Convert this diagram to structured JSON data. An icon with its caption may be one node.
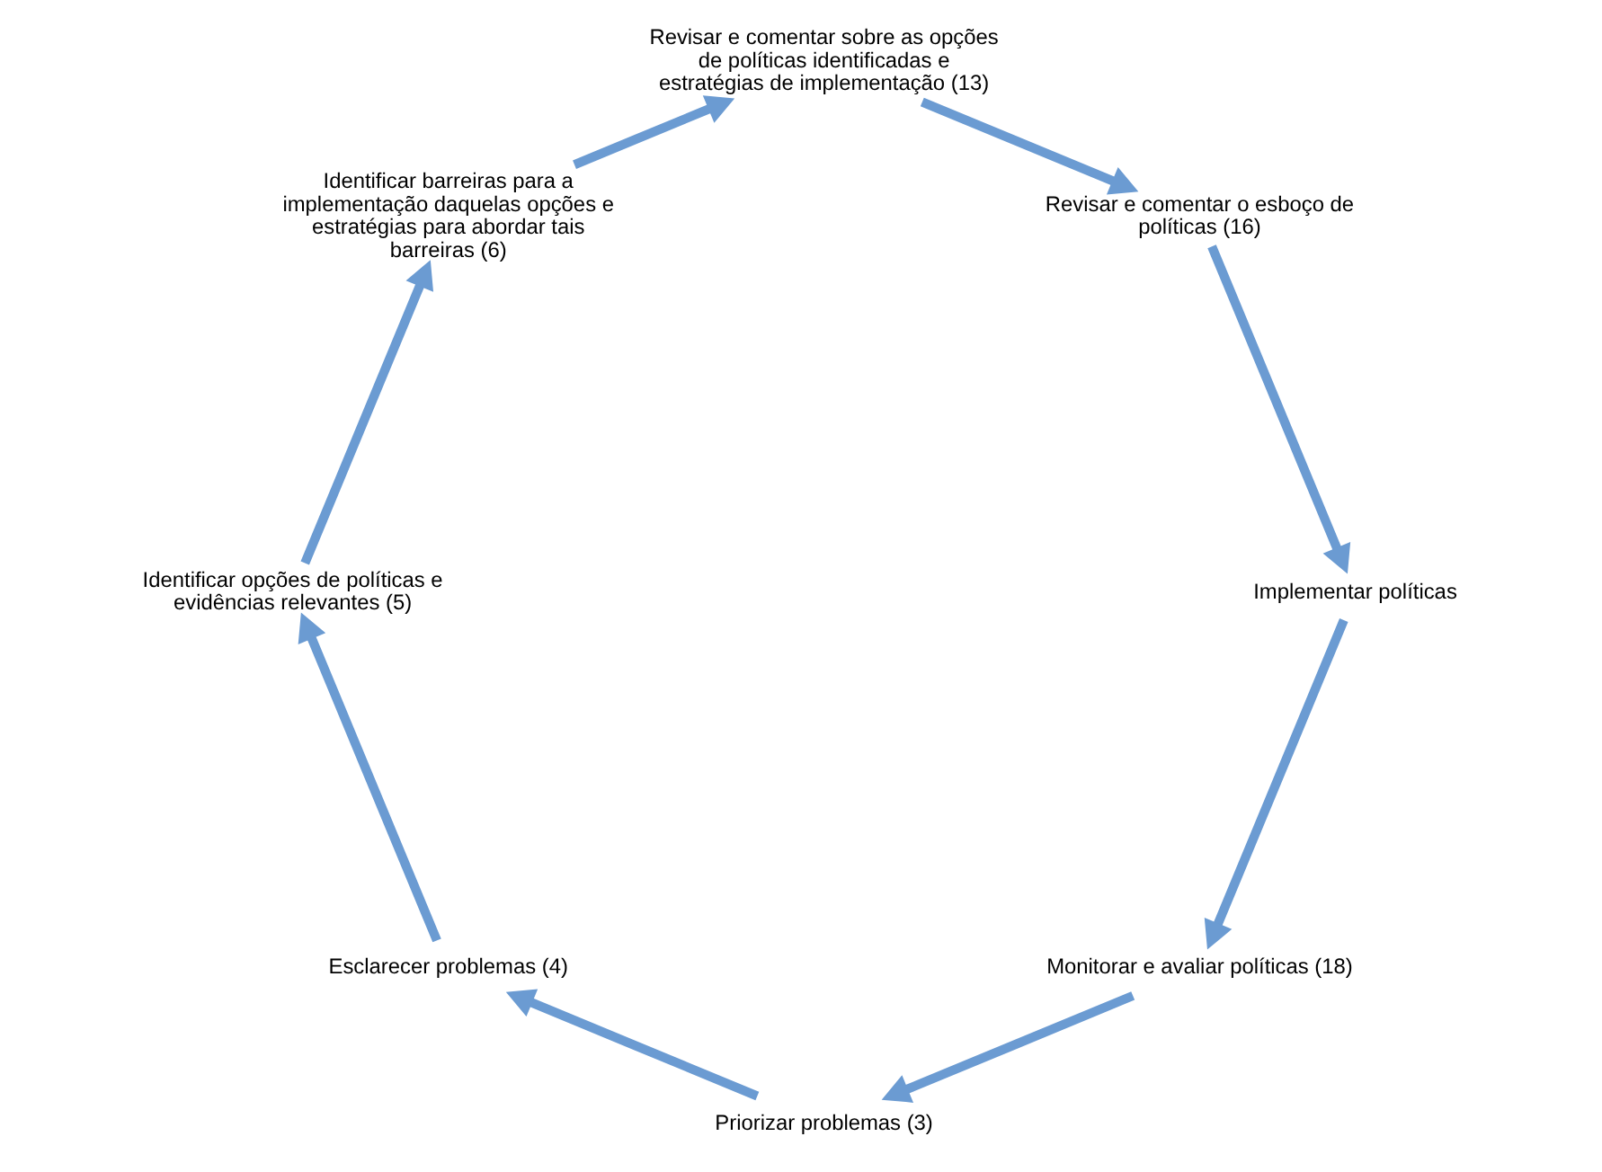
{
  "diagram": {
    "nodes": [
      {
        "text": [
          "Monitorar e avaliar políticas (18)"
        ]
      },
      {
        "text": [
          "Priorizar problemas (3)"
        ]
      },
      {
        "text": [
          "Esclarecer problemas (4)"
        ]
      },
      {
        "text": [
          "Identificar opções de políticas e evidências relevantes (5)"
        ]
      },
      {
        "text": [
          "Identificar barreiras para a implementação daquelas opções e estratégias para abordar tais barreiras (6)"
        ]
      },
      {
        "text": [
          "Revisar e comentar sobre as opções de políticas identificadas e estratégias de implementação (13)"
        ]
      },
      {
        "text": [
          "Revisar e comentar o esboço de políticas (16)"
        ]
      },
      {
        "text": [
          "Implementar políticas"
        ]
      }
    ],
    "edges": [
      {
        "from": 0,
        "to": 1,
        "arrow": "to"
      },
      {
        "from": 1,
        "to": 2,
        "arrow": "to"
      },
      {
        "from": 2,
        "to": 3,
        "arrow": "to"
      },
      {
        "from": 3,
        "to": 4,
        "arrow": "to"
      },
      {
        "from": 4,
        "to": 5,
        "arrow": "to"
      },
      {
        "from": 5,
        "to": 6,
        "arrow": "to"
      },
      {
        "from": 6,
        "to": 7,
        "arrow": "to"
      },
      {
        "from": 7,
        "to": 0,
        "arrow": "to"
      }
    ]
  }
}
